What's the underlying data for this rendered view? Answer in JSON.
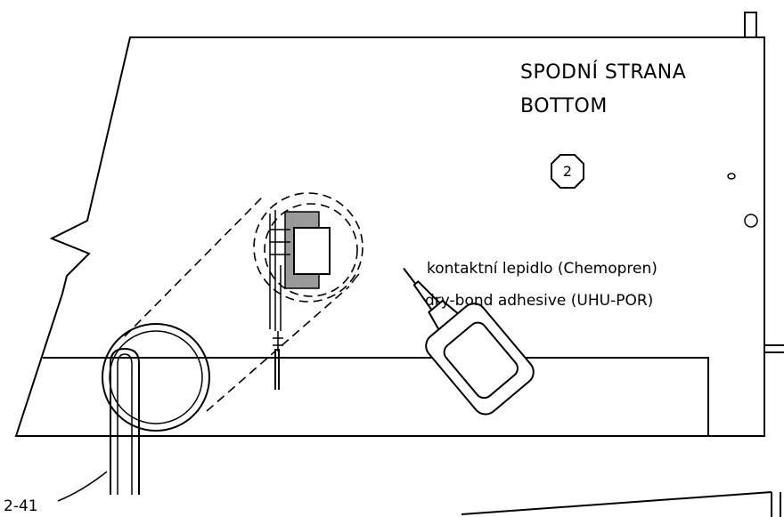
{
  "side_label": {
    "line1": "SPODNÍ STRANA",
    "line2": "BOTTOM"
  },
  "item_marker": "2",
  "adhesive_note": {
    "line1": "kontaktní lepidlo (Chemopren)",
    "line2": "dry-bond adhesive (UHU-POR)"
  },
  "part_callout": "2-41"
}
